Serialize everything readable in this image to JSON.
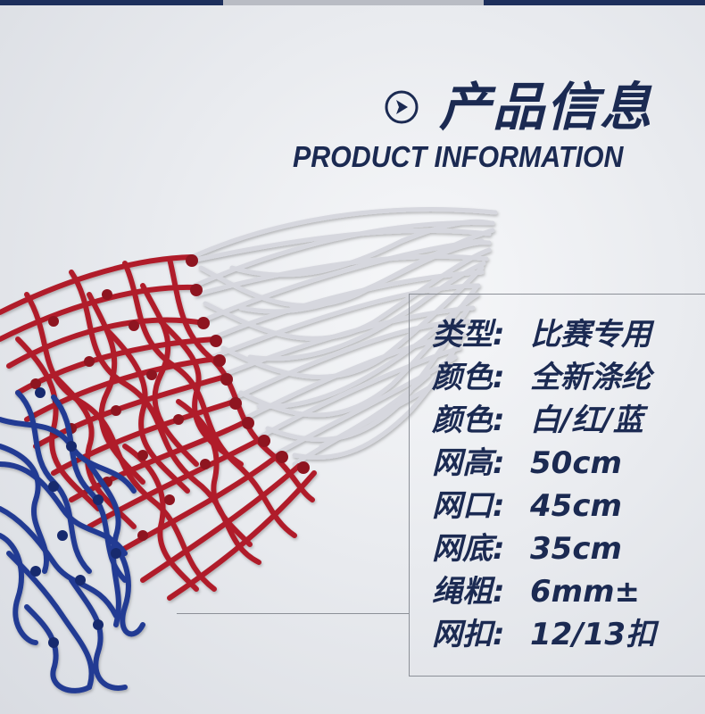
{
  "header": {
    "title_cn": "产品信息",
    "title_en": "PRODUCT INFORMATION"
  },
  "specs": [
    {
      "label": "类型:",
      "value": "比赛专用"
    },
    {
      "label": "颜色:",
      "value": "全新涤纶"
    },
    {
      "label": "颜色:",
      "value": "白/红/蓝"
    },
    {
      "label": "网高:",
      "value": "50cm"
    },
    {
      "label": "网口:",
      "value": "45cm"
    },
    {
      "label": "网底:",
      "value": "35cm"
    },
    {
      "label": "绳粗:",
      "value": "6mm±"
    },
    {
      "label": "网扣:",
      "value": "12/13扣"
    }
  ],
  "colors": {
    "navy": "#1b2a52",
    "net_white": "#dcdde3",
    "net_red": "#b01e2a",
    "net_blue": "#223a93"
  },
  "icons": {
    "title_icon": "play-circle-icon"
  }
}
